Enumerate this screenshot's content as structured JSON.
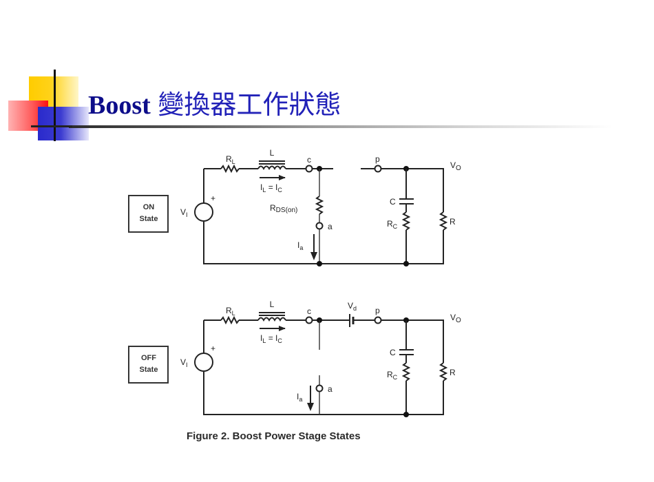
{
  "slide": {
    "title_latin": "Boost",
    "title_cjk": "變換器工作狀態",
    "caption": "Figure 2.  Boost Power Stage States"
  },
  "colors": {
    "title": "#1a1aa0",
    "deco_yellow": "#ffcc00",
    "deco_red": "#ff1010",
    "deco_blue": "#2a2acc"
  },
  "circuits": [
    {
      "state_line1": "ON",
      "state_line2": "State",
      "source": "V",
      "source_sub": "I",
      "plus": "+",
      "rl": "R",
      "rl_sub": "L",
      "inductor": "L",
      "current": "I",
      "current_sub_l": "L",
      "current_eq": " = I",
      "current_sub_c": "C",
      "node_c": "c",
      "node_p": "p",
      "node_a": "a",
      "switch_r": "R",
      "switch_r_sub": "DS(on)",
      "ia": "I",
      "ia_sub": "a",
      "cap": "C",
      "rc": "R",
      "rc_sub": "C",
      "load": "R",
      "vo": "V",
      "vo_sub": "O"
    },
    {
      "state_line1": "OFF",
      "state_line2": "State",
      "source": "V",
      "source_sub": "I",
      "plus": "+",
      "rl": "R",
      "rl_sub": "L",
      "inductor": "L",
      "current": "I",
      "current_sub_l": "L",
      "current_eq": " = I",
      "current_sub_c": "C",
      "node_c": "c",
      "node_p": "p",
      "node_a": "a",
      "diode_v": "V",
      "diode_v_sub": "d",
      "ia": "I",
      "ia_sub": "a",
      "cap": "C",
      "rc": "R",
      "rc_sub": "C",
      "load": "R",
      "vo": "V",
      "vo_sub": "O"
    }
  ]
}
